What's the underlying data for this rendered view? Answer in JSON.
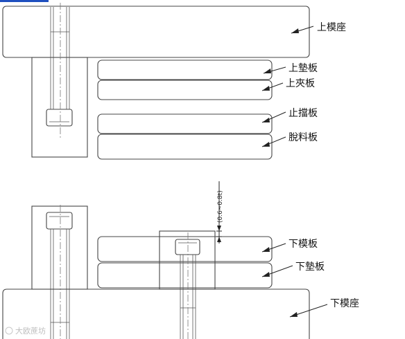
{
  "labels": {
    "upper_die_seat": "上模座",
    "upper_pad": "上墊板",
    "upper_clamp": "上夾板",
    "stopper": "止擋板",
    "stripper": "脫料板",
    "lower_die_plate": "下模板",
    "lower_pad": "下墊板",
    "lower_die_seat": "下模座"
  },
  "dimension_text": "(0.6~0.8t)",
  "watermark": "大欧蔗坊",
  "colors": {
    "line": "#444444",
    "text": "#111111",
    "top_strip": "#1f4fbf"
  }
}
